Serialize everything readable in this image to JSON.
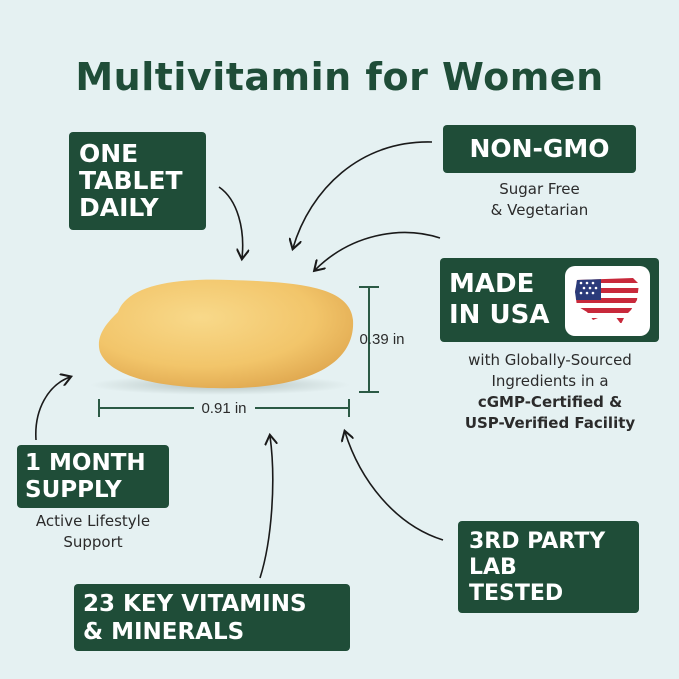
{
  "title": "Multivitamin for Women",
  "badges": {
    "one_tablet": [
      "ONE",
      "TABLET",
      "DAILY"
    ],
    "non_gmo": "NON-GMO",
    "made_in_usa": [
      "MADE",
      "IN USA"
    ],
    "one_month": [
      "1 MONTH",
      "SUPPLY"
    ],
    "third_party": [
      "3RD PARTY",
      "LAB",
      "TESTED"
    ],
    "vitamins": [
      "23 KEY VITAMINS",
      "& MINERALS"
    ]
  },
  "subtexts": {
    "non_gmo": [
      "Sugar Free",
      "& Vegetarian"
    ],
    "made_in_usa": [
      "with Globally-Sourced",
      "Ingredients in a",
      "cGMP-Certified &",
      "USP-Verified Facility"
    ],
    "one_month": [
      "Active Lifestyle",
      "Support"
    ]
  },
  "dimensions": {
    "height": "0.39 in",
    "width": "0.91 in"
  },
  "colors": {
    "badge_bg": "#1f4d38",
    "background": "#e5f1f2",
    "tablet": "#f2c56a",
    "flag_red": "#c8293b",
    "flag_blue": "#2b3b7a"
  },
  "icons": {
    "flag": "usa-map-flag-icon"
  }
}
